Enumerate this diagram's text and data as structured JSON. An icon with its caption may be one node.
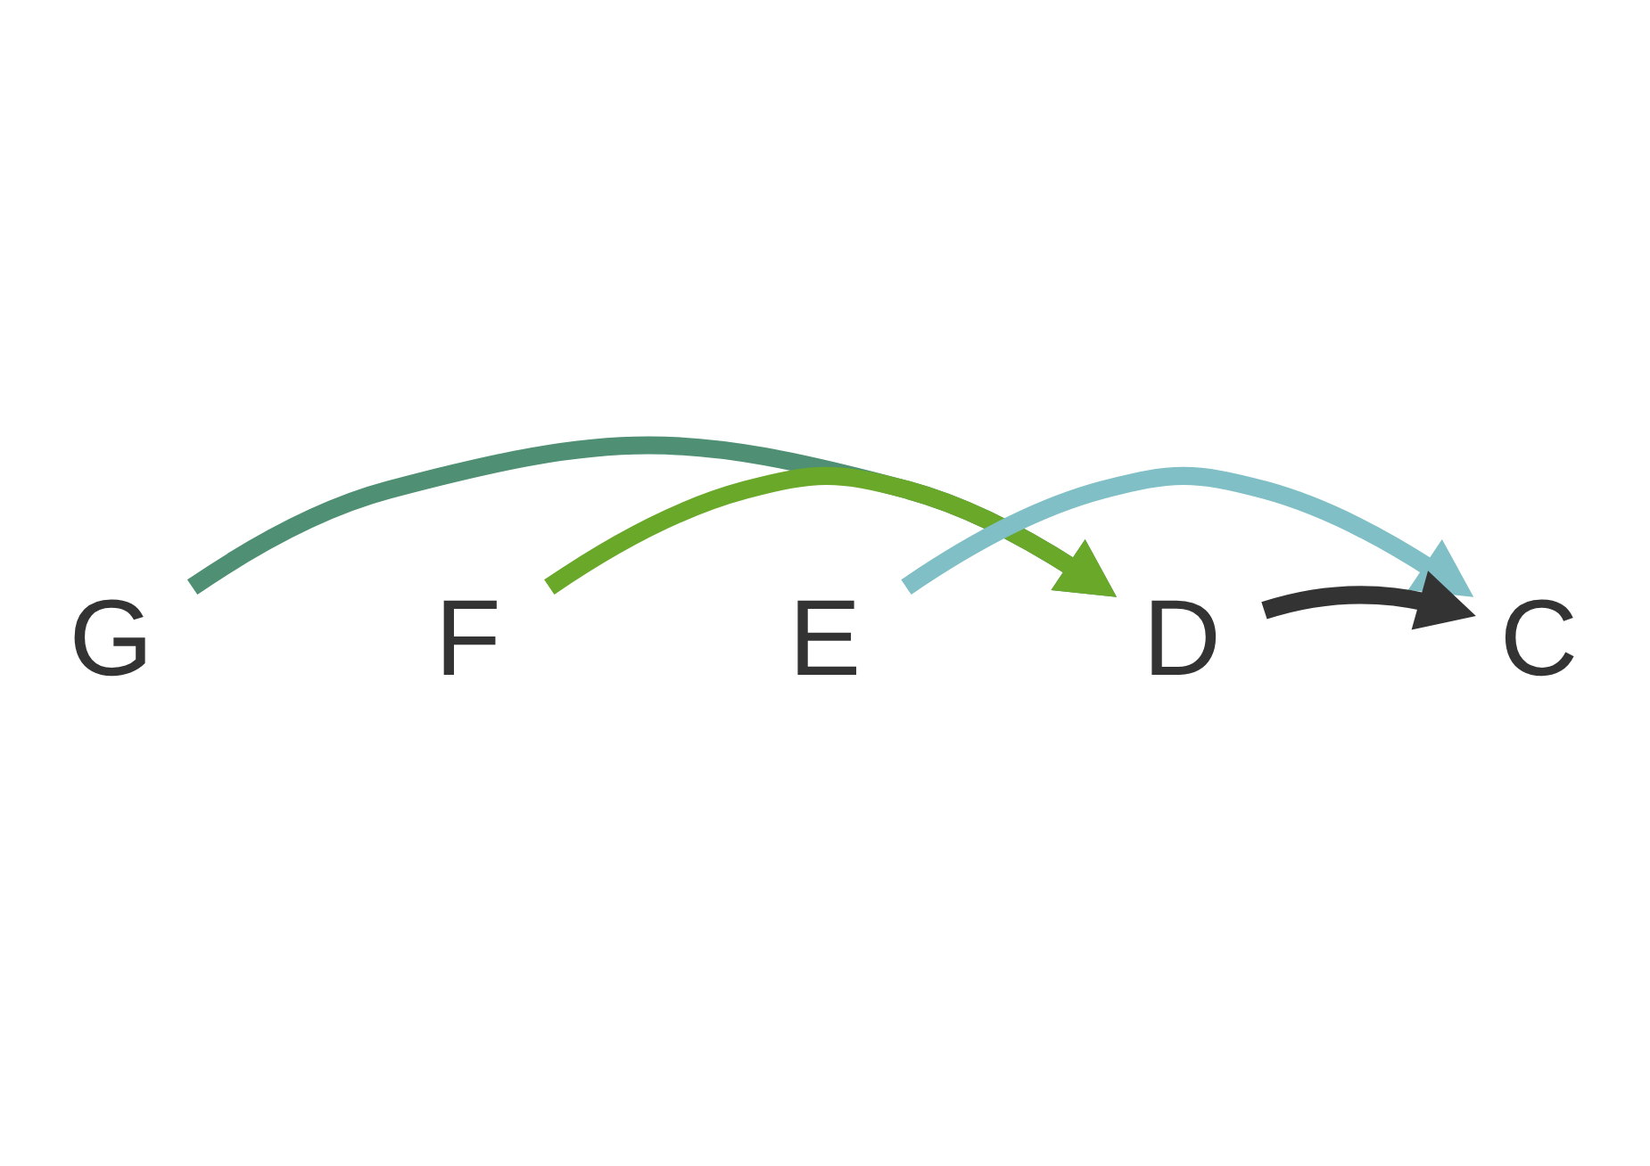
{
  "diagram": {
    "nodes": [
      {
        "text": [
          "G"
        ]
      },
      {
        "text": [
          "F"
        ]
      },
      {
        "text": [
          "E"
        ]
      },
      {
        "text": [
          "D"
        ]
      },
      {
        "text": [
          "C"
        ]
      }
    ],
    "edges": [
      {
        "from": 0,
        "to": 3,
        "arrow": "to",
        "color": "#4f8f73"
      },
      {
        "from": 2,
        "to": 4,
        "arrow": "to",
        "color": "#80bfc5"
      },
      {
        "from": 3,
        "to": 4,
        "arrow": "to",
        "color": "#333333"
      },
      {
        "from": 1,
        "to": 3,
        "arrow": "to",
        "color": "#6aa82a"
      }
    ]
  }
}
